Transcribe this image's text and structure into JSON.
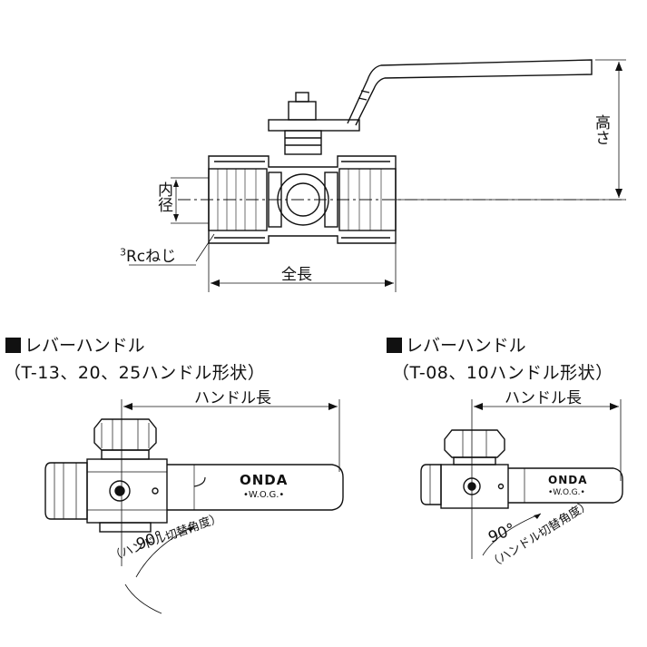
{
  "top": {
    "height_label": "高さ",
    "inner_diameter_label": "内径",
    "thread_label_prefix": "3",
    "thread_label": "Rcねじ",
    "length_label": "全長"
  },
  "left_panel": {
    "heading": "レバーハンドル",
    "subheading": "（T-13、20、25ハンドル形状）",
    "handle_length_label": "ハンドル長",
    "angle_label": "90°",
    "angle_caption": "（ハンドル切替角度）",
    "brand": "ONDA",
    "rating": "•W.O.G.•"
  },
  "right_panel": {
    "heading": "レバーハンドル",
    "subheading": "（T-08、10ハンドル形状）",
    "handle_length_label": "ハンドル長",
    "angle_label": "90°",
    "angle_caption": "（ハンドル切替角度）",
    "brand": "ONDA",
    "rating": "•W.O.G.•"
  }
}
